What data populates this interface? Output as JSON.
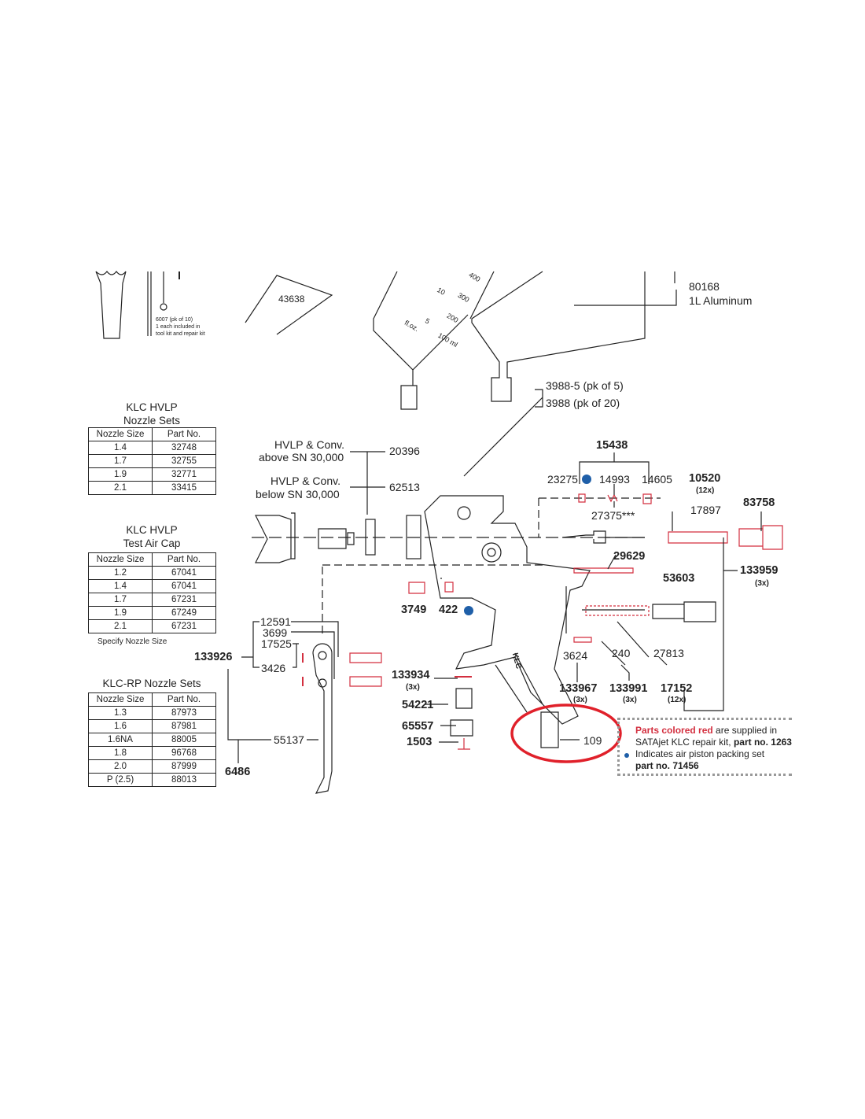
{
  "tables": [
    {
      "title1": "KLC HVLP",
      "title2": "Nozzle Sets",
      "headers": [
        "Nozzle Size",
        "Part No."
      ],
      "rows": [
        [
          "1.4",
          "32748"
        ],
        [
          "1.7",
          "32755"
        ],
        [
          "1.9",
          "32771"
        ],
        [
          "2.1",
          "33415"
        ]
      ]
    },
    {
      "title1": "KLC HVLP",
      "title2": "Test Air Cap",
      "headers": [
        "Nozzle Size",
        "Part No."
      ],
      "rows": [
        [
          "1.2",
          "67041"
        ],
        [
          "1.4",
          "67041"
        ],
        [
          "1.7",
          "67231"
        ],
        [
          "1.9",
          "67249"
        ],
        [
          "2.1",
          "67231"
        ]
      ],
      "footnote": "Specify Nozzle Size"
    },
    {
      "title1": "KLC-RP Nozzle Sets",
      "headers": [
        "Nozzle Size",
        "Part No."
      ],
      "rows": [
        [
          "1.3",
          "87973"
        ],
        [
          "1.6",
          "87981"
        ],
        [
          "1.6NA",
          "88005"
        ],
        [
          "1.8",
          "96768"
        ],
        [
          "2.0",
          "87999"
        ],
        [
          "P  (2.5)",
          "88013"
        ]
      ]
    }
  ],
  "tools": {
    "brush": "6007",
    "brush_pk": "(pk of 10)",
    "brush_note1": "1 each included in",
    "brush_note2": "tool kit and repair kit",
    "hook": "43638"
  },
  "cup": {
    "part": "80168",
    "desc": "1L Aluminum",
    "scale_400": "400",
    "scale_300": "300",
    "scale_200": "200",
    "scale_100": "100 ml",
    "scale_10": "10",
    "scale_5": "5",
    "scale_floz": "fl.oz."
  },
  "filter": {
    "a": "3988-5 (pk of 5)",
    "b": "3988 (pk of 20)"
  },
  "hvlp": {
    "above": "HVLP & Conv.",
    "above2": "above SN 30,000",
    "above_part": "20396",
    "below": "HVLP & Conv.",
    "below2": "below SN 30,000",
    "below_part": "62513"
  },
  "labels": {
    "p15438": "15438",
    "p23275": "23275",
    "p14993": "14993",
    "p14605": "14605",
    "p27375": "27375***",
    "p10520": "10520",
    "p10520q": "(12x)",
    "p17897": "17897",
    "p83758": "83758",
    "p133959": "133959",
    "p133959q": "(3x)",
    "p29629": "29629",
    "p53603": "53603",
    "p3749": "3749",
    "p422": "422",
    "p3624": "3624",
    "p240": "240",
    "p27813": "27813",
    "p133967": "133967",
    "p133967q": "(3x)",
    "p133991": "133991",
    "p133991q": "(3x)",
    "p17152": "17152",
    "p17152q": "(12x)",
    "p133934": "133934",
    "p133934q": "(3x)",
    "p54221": "54221",
    "p65557": "65557",
    "p1503": "1503",
    "p109": "109",
    "p12591": "12591",
    "p3699": "3699",
    "p17525": "17525",
    "p3426": "3426",
    "p133926": "133926",
    "p55137": "55137",
    "p6486": "6486",
    "gun_brand": "KLC"
  },
  "note": {
    "red": "Parts colored red",
    "l1": " are supplied in",
    "l2a": "SATAjet KLC repair kit, ",
    "l2b": "part no. 1263",
    "l3": "Indicates air piston packing set",
    "l4": "part no. 71456"
  },
  "colors": {
    "red": "#d32f3f",
    "blue": "#1f5fa8",
    "line": "#222222"
  }
}
